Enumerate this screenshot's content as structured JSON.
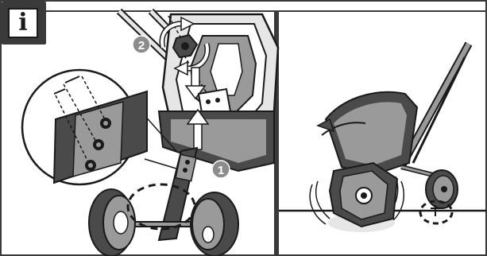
{
  "badge": {
    "glyph": "i",
    "icon": "info-icon"
  },
  "steps": [
    {
      "number": "1",
      "label": "1"
    },
    {
      "number": "2",
      "label": "2"
    }
  ],
  "colors": {
    "frame": "#3a3a3a",
    "line": "#1a1a1a",
    "fill_light": "#e6e6e6",
    "fill_mid": "#9a9a9a",
    "fill_dark": "#4a4a4a",
    "step_badge": "#8c8c8c"
  }
}
